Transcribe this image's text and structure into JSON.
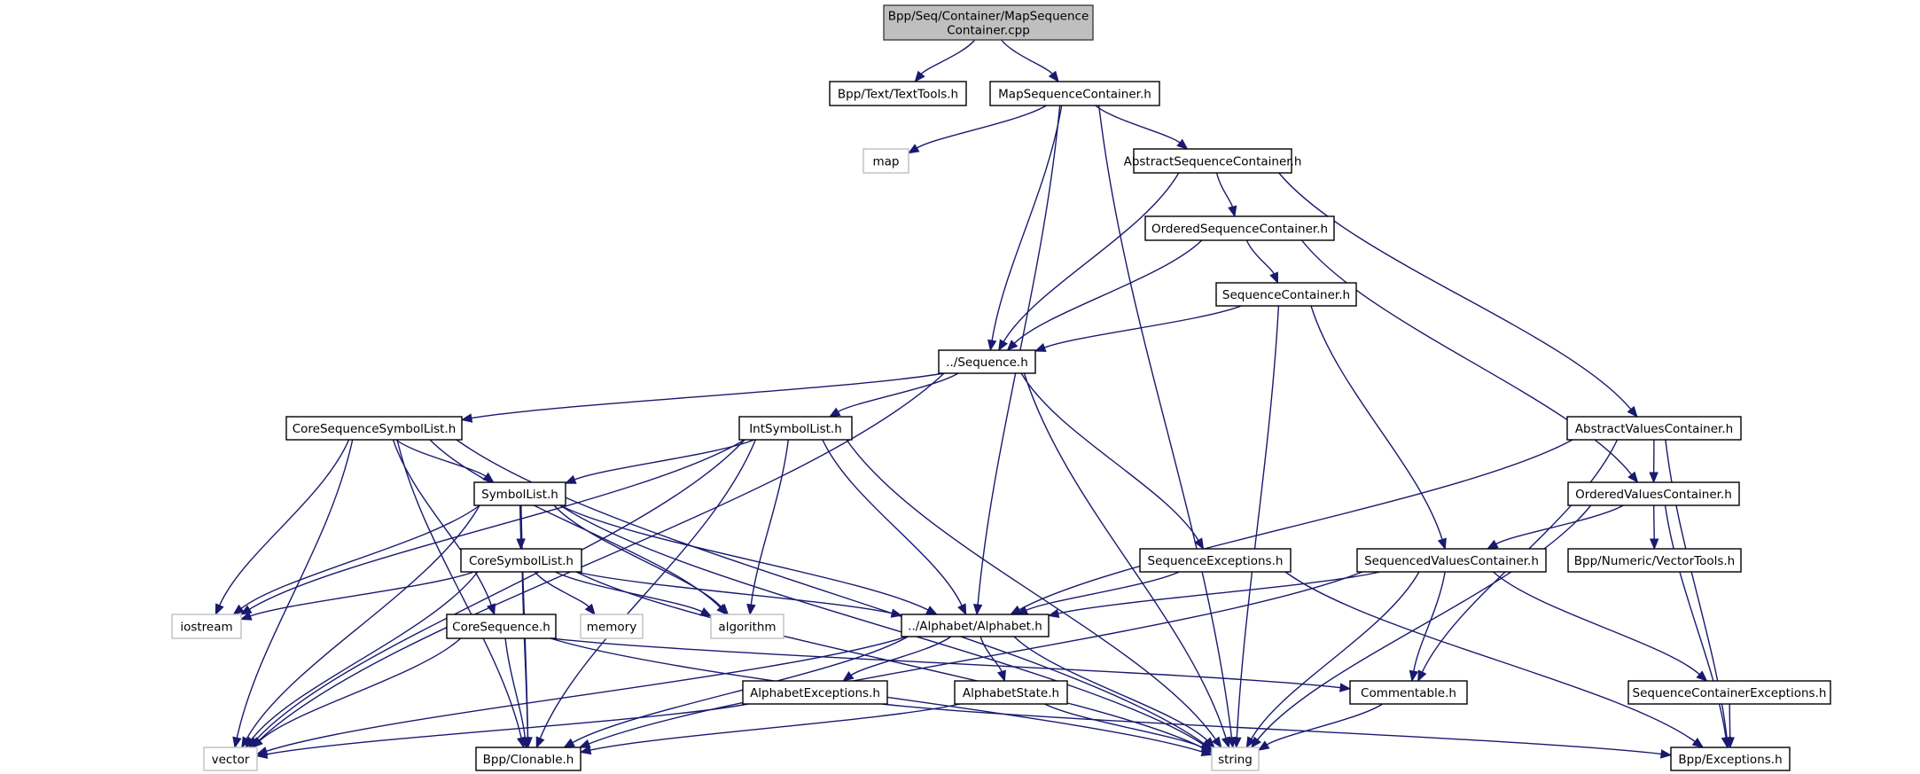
{
  "title": "Bpp/Seq/Container/MapSequenceContainer.cpp include dependency graph",
  "colors": {
    "edge": "#191970",
    "root_fill": "#bfbfbf",
    "node_fill": "#ffffff",
    "node_border": "#000000",
    "external_border": "#bfbfbf"
  },
  "nodes": [
    {
      "id": "root",
      "lines": [
        "Bpp/Seq/Container/MapSequence",
        "Container.cpp"
      ],
      "kind": "root"
    },
    {
      "id": "texttools",
      "lines": [
        "Bpp/Text/TextTools.h"
      ],
      "kind": "header"
    },
    {
      "id": "mapseqcontainer",
      "lines": [
        "MapSequenceContainer.h"
      ],
      "kind": "header"
    },
    {
      "id": "map",
      "lines": [
        "map"
      ],
      "kind": "external"
    },
    {
      "id": "abstractseqcontainer",
      "lines": [
        "AbstractSequenceContainer.h"
      ],
      "kind": "header"
    },
    {
      "id": "orderedseqcontainer",
      "lines": [
        "OrderedSequenceContainer.h"
      ],
      "kind": "header"
    },
    {
      "id": "seqcontainer",
      "lines": [
        "SequenceContainer.h"
      ],
      "kind": "header"
    },
    {
      "id": "sequence",
      "lines": [
        "../Sequence.h"
      ],
      "kind": "header"
    },
    {
      "id": "coreseqsymbollist",
      "lines": [
        "CoreSequenceSymbolList.h"
      ],
      "kind": "header"
    },
    {
      "id": "intsymbollist",
      "lines": [
        "IntSymbolList.h"
      ],
      "kind": "header"
    },
    {
      "id": "abstractvaluescontainer",
      "lines": [
        "AbstractValuesContainer.h"
      ],
      "kind": "header"
    },
    {
      "id": "symbollist",
      "lines": [
        "SymbolList.h"
      ],
      "kind": "header"
    },
    {
      "id": "orderedvaluescontainer",
      "lines": [
        "OrderedValuesContainer.h"
      ],
      "kind": "header"
    },
    {
      "id": "coresymbollist",
      "lines": [
        "CoreSymbolList.h"
      ],
      "kind": "header"
    },
    {
      "id": "seqexceptions",
      "lines": [
        "SequenceExceptions.h"
      ],
      "kind": "header"
    },
    {
      "id": "sequencedvaluescontainer",
      "lines": [
        "SequencedValuesContainer.h"
      ],
      "kind": "header"
    },
    {
      "id": "vectortools",
      "lines": [
        "Bpp/Numeric/VectorTools.h"
      ],
      "kind": "header"
    },
    {
      "id": "iostream",
      "lines": [
        "iostream"
      ],
      "kind": "external"
    },
    {
      "id": "coresequence",
      "lines": [
        "CoreSequence.h"
      ],
      "kind": "header"
    },
    {
      "id": "memory",
      "lines": [
        "memory"
      ],
      "kind": "external"
    },
    {
      "id": "algorithm",
      "lines": [
        "algorithm"
      ],
      "kind": "external"
    },
    {
      "id": "alphabet",
      "lines": [
        "../Alphabet/Alphabet.h"
      ],
      "kind": "header"
    },
    {
      "id": "alphabetexceptions",
      "lines": [
        "AlphabetExceptions.h"
      ],
      "kind": "header"
    },
    {
      "id": "alphabetstate",
      "lines": [
        "AlphabetState.h"
      ],
      "kind": "header"
    },
    {
      "id": "commentable",
      "lines": [
        "Commentable.h"
      ],
      "kind": "header"
    },
    {
      "id": "seqcontainerexceptions",
      "lines": [
        "SequenceContainerExceptions.h"
      ],
      "kind": "header"
    },
    {
      "id": "vector",
      "lines": [
        "vector"
      ],
      "kind": "external"
    },
    {
      "id": "clonable",
      "lines": [
        "Bpp/Clonable.h"
      ],
      "kind": "header"
    },
    {
      "id": "string",
      "lines": [
        "string"
      ],
      "kind": "external"
    },
    {
      "id": "exceptions",
      "lines": [
        "Bpp/Exceptions.h"
      ],
      "kind": "header"
    }
  ],
  "edges": [
    [
      "root",
      "texttools"
    ],
    [
      "root",
      "mapseqcontainer"
    ],
    [
      "mapseqcontainer",
      "map"
    ],
    [
      "mapseqcontainer",
      "abstractseqcontainer"
    ],
    [
      "mapseqcontainer",
      "sequence"
    ],
    [
      "mapseqcontainer",
      "alphabet"
    ],
    [
      "mapseqcontainer",
      "string"
    ],
    [
      "abstractseqcontainer",
      "orderedseqcontainer"
    ],
    [
      "abstractseqcontainer",
      "sequence"
    ],
    [
      "abstractseqcontainer",
      "abstractvaluescontainer"
    ],
    [
      "orderedseqcontainer",
      "seqcontainer"
    ],
    [
      "orderedseqcontainer",
      "sequence"
    ],
    [
      "orderedseqcontainer",
      "orderedvaluescontainer"
    ],
    [
      "seqcontainer",
      "sequence"
    ],
    [
      "seqcontainer",
      "string"
    ],
    [
      "seqcontainer",
      "sequencedvaluescontainer"
    ],
    [
      "sequence",
      "coreseqsymbollist"
    ],
    [
      "sequence",
      "intsymbollist"
    ],
    [
      "sequence",
      "seqexceptions"
    ],
    [
      "sequence",
      "vector"
    ],
    [
      "sequence",
      "string"
    ],
    [
      "coreseqsymbollist",
      "symbollist"
    ],
    [
      "coreseqsymbollist",
      "coresequence"
    ],
    [
      "coreseqsymbollist",
      "iostream"
    ],
    [
      "coreseqsymbollist",
      "algorithm"
    ],
    [
      "coreseqsymbollist",
      "vector"
    ],
    [
      "coreseqsymbollist",
      "clonable"
    ],
    [
      "coreseqsymbollist",
      "string"
    ],
    [
      "intsymbollist",
      "symbollist"
    ],
    [
      "intsymbollist",
      "iostream"
    ],
    [
      "intsymbollist",
      "vector"
    ],
    [
      "intsymbollist",
      "algorithm"
    ],
    [
      "intsymbollist",
      "alphabet"
    ],
    [
      "intsymbollist",
      "string"
    ],
    [
      "intsymbollist",
      "clonable"
    ],
    [
      "symbollist",
      "coresymbollist"
    ],
    [
      "symbollist",
      "iostream"
    ],
    [
      "symbollist",
      "algorithm"
    ],
    [
      "symbollist",
      "alphabet"
    ],
    [
      "symbollist",
      "vector"
    ],
    [
      "symbollist",
      "clonable"
    ],
    [
      "symbollist",
      "string"
    ],
    [
      "coresymbollist",
      "iostream"
    ],
    [
      "coresymbollist",
      "memory"
    ],
    [
      "coresymbollist",
      "algorithm"
    ],
    [
      "coresymbollist",
      "alphabet"
    ],
    [
      "coresymbollist",
      "vector"
    ],
    [
      "coresymbollist",
      "clonable"
    ],
    [
      "coresymbollist",
      "string"
    ],
    [
      "coresequence",
      "vector"
    ],
    [
      "coresequence",
      "clonable"
    ],
    [
      "coresequence",
      "commentable"
    ],
    [
      "coresequence",
      "string"
    ],
    [
      "seqexceptions",
      "alphabet"
    ],
    [
      "seqexceptions",
      "exceptions"
    ],
    [
      "abstractvaluescontainer",
      "orderedvaluescontainer"
    ],
    [
      "abstractvaluescontainer",
      "alphabet"
    ],
    [
      "abstractvaluescontainer",
      "commentable"
    ],
    [
      "abstractvaluescontainer",
      "exceptions"
    ],
    [
      "orderedvaluescontainer",
      "sequencedvaluescontainer"
    ],
    [
      "orderedvaluescontainer",
      "vectortools"
    ],
    [
      "orderedvaluescontainer",
      "string"
    ],
    [
      "orderedvaluescontainer",
      "exceptions"
    ],
    [
      "sequencedvaluescontainer",
      "alphabet"
    ],
    [
      "sequencedvaluescontainer",
      "commentable"
    ],
    [
      "sequencedvaluescontainer",
      "seqcontainerexceptions"
    ],
    [
      "sequencedvaluescontainer",
      "clonable"
    ],
    [
      "sequencedvaluescontainer",
      "string"
    ],
    [
      "alphabet",
      "alphabetexceptions"
    ],
    [
      "alphabet",
      "alphabetstate"
    ],
    [
      "alphabet",
      "vector"
    ],
    [
      "alphabet",
      "clonable"
    ],
    [
      "alphabet",
      "string"
    ],
    [
      "alphabetexceptions",
      "vector"
    ],
    [
      "alphabetexceptions",
      "exceptions"
    ],
    [
      "alphabetstate",
      "clonable"
    ],
    [
      "alphabetstate",
      "string"
    ],
    [
      "commentable",
      "string"
    ],
    [
      "seqcontainerexceptions",
      "exceptions"
    ]
  ]
}
